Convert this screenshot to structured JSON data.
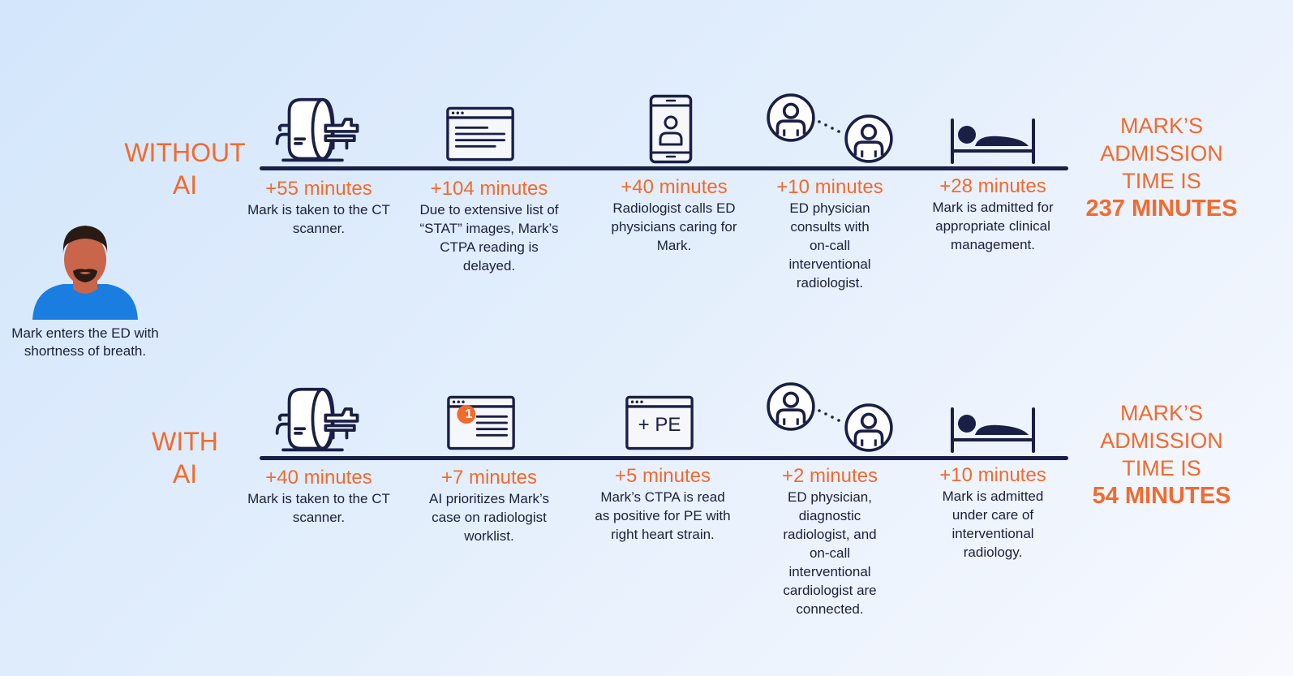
{
  "patient": {
    "caption": "Mark enters the ED with shortness of breath."
  },
  "without_ai": {
    "label_line1": "WITHOUT",
    "label_line2": "AI",
    "steps": [
      {
        "time": "+55 minutes",
        "desc": "Mark is taken to the CT scanner.",
        "icon": "ct-scanner-icon"
      },
      {
        "time": "+104 minutes",
        "desc": "Due to extensive list of “STAT” images, Mark’s CTPA reading is delayed.",
        "icon": "worklist-window-icon"
      },
      {
        "time": "+40 minutes",
        "desc": "Radiologist calls ED physicians caring for Mark.",
        "icon": "phone-call-icon"
      },
      {
        "time": "+10 minutes",
        "desc": "ED physician consults with on-call interventional radiologist.",
        "icon": "consult-people-icon"
      },
      {
        "time": "+28 minutes",
        "desc": "Mark is admitted for appropriate clinical management.",
        "icon": "hospital-bed-icon"
      }
    ],
    "result_line1": "MARK’S",
    "result_line2": "ADMISSION",
    "result_line3": "TIME IS",
    "result_value": "237 MINUTES"
  },
  "with_ai": {
    "label_line1": "WITH",
    "label_line2": "AI",
    "steps": [
      {
        "time": "+40 minutes",
        "desc": "Mark is taken to the CT scanner.",
        "icon": "ct-scanner-icon"
      },
      {
        "time": "+7 minutes",
        "desc": "AI prioritizes Mark’s case on radiologist worklist.",
        "icon": "prioritized-worklist-icon",
        "badge": "1"
      },
      {
        "time": "+5 minutes",
        "desc": "Mark’s CTPA is read as positive for PE with right heart strain.",
        "icon": "pe-result-window-icon",
        "window_text": "+ PE"
      },
      {
        "time": "+2 minutes",
        "desc": "ED physician, diagnostic radiologist, and on-call interventional cardiologist are connected.",
        "icon": "consult-people-icon"
      },
      {
        "time": "+10 minutes",
        "desc": "Mark is admitted under care of interventional radiology.",
        "icon": "hospital-bed-icon"
      }
    ],
    "result_line1": "MARK’S",
    "result_line2": "ADMISSION",
    "result_line3": "TIME IS",
    "result_value": "54 MINUTES"
  },
  "colors": {
    "accent": "#f26a2e",
    "navy": "#1a1f45",
    "shirt": "#1a7de0",
    "skin": "#c8654a"
  }
}
